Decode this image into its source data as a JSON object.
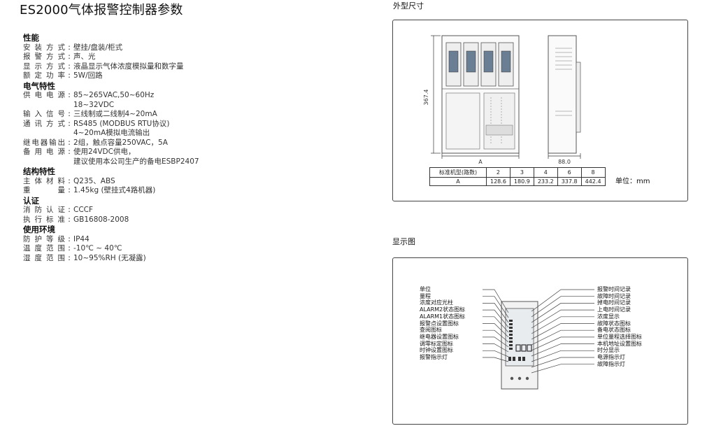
{
  "title": "ES2000气体报警控制器参数",
  "specs": [
    {
      "heading": "性能",
      "rows": [
        {
          "k": "安装方式",
          "v": "壁挂/盘装/柜式"
        },
        {
          "k": "报警方式",
          "v": "声、光"
        },
        {
          "k": "显示方式",
          "v": "液晶显示气体浓度模拟量和数字量"
        },
        {
          "k": "额定功率",
          "v": "5W/回路"
        }
      ]
    },
    {
      "heading": "电气特性",
      "rows": [
        {
          "k": "供电电源",
          "v": "85~265VAC,50~60Hz"
        },
        {
          "k": "",
          "v": "18~32VDC"
        },
        {
          "k": "输入信号",
          "v": "三线制或二线制4~20mA"
        },
        {
          "k": "通讯方式",
          "v": "RS485 (MODBUS RTU协议)"
        },
        {
          "k": "",
          "v": "4~20mA模拟电流输出"
        },
        {
          "k": "继电器输出",
          "v": "2组，触点容量250VAC，5A"
        },
        {
          "k": "备用电源",
          "v": "使用24VDC供电，"
        },
        {
          "k": "",
          "v": "建议使用本公司生产的备电ESBP2407"
        }
      ]
    },
    {
      "heading": "结构特性",
      "rows": [
        {
          "k": "主体材料",
          "v": "Q235、ABS"
        },
        {
          "k": "重量",
          "v": "1.45kg (壁挂式4路机器)"
        }
      ]
    },
    {
      "heading": "认证",
      "rows": [
        {
          "k": "消防认证",
          "v": "CCCF"
        },
        {
          "k": "执行标准",
          "v": "GB16808-2008"
        }
      ]
    },
    {
      "heading": "使用环境",
      "rows": [
        {
          "k": "防护等级",
          "v": "IP44"
        },
        {
          "k": "温度范围",
          "v": "-10℃ ~ 40℃"
        },
        {
          "k": "湿度范围",
          "v": "10~95%RH (无凝露)"
        }
      ]
    }
  ],
  "dimensions": {
    "title": "外型尺寸",
    "height_label": "367.4",
    "width_label": "A",
    "depth_label": "88.0",
    "table": {
      "header_label": "标准机型(路数)",
      "row_label": "A",
      "columns": [
        "2",
        "3",
        "4",
        "6",
        "8"
      ],
      "values": [
        "128.6",
        "180.9",
        "233.2",
        "337.8",
        "442.4"
      ]
    },
    "unit": "单位：mm"
  },
  "display": {
    "title": "显示图",
    "left_labels": [
      "单位",
      "量程",
      "浓度对应光柱",
      "ALARM2状态图标",
      "ALARM1状态图标",
      "报警点设置图标",
      "查阅图标",
      "继电器设置图标",
      "调零标定图标",
      "时钟设置图标",
      "报警指示灯"
    ],
    "right_labels": [
      "报警时间记录",
      "故障时间记录",
      "掉电时间记录",
      "上电时间记录",
      "浓度显示",
      "故障状态图标",
      "备电状态图标",
      "单位量程选择图标",
      "本机地址设置图标",
      "时分显示",
      "电源指示灯",
      "故障指示灯"
    ]
  }
}
